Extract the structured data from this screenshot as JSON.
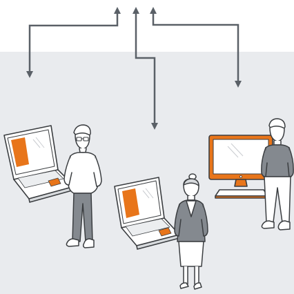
{
  "colors": {
    "arrow": "#5a6067",
    "accent": "#e8751a",
    "outline": "#3a3d40",
    "device_fill": "#ffffff",
    "background_top": "#ffffff",
    "background_bottom": "#e9ebee"
  },
  "nodes": [
    {
      "id": "laptop-left",
      "icon": "laptop-icon",
      "person": "young-man-glasses"
    },
    {
      "id": "laptop-middle",
      "icon": "laptop-icon",
      "person": "woman-jacket"
    },
    {
      "id": "desktop-right",
      "icon": "desktop-computer-icon",
      "person": "young-man-shirt"
    }
  ]
}
